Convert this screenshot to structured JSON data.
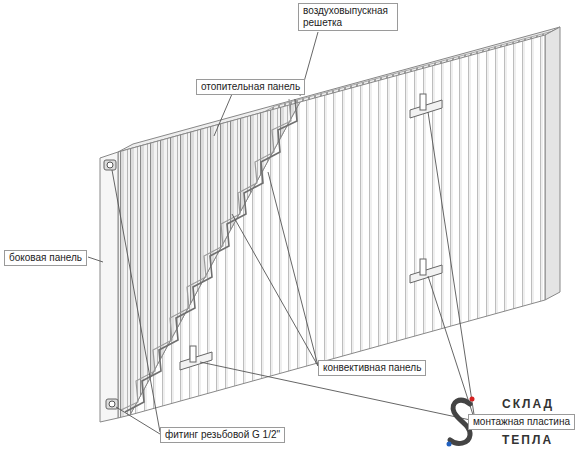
{
  "diagram": {
    "nodes": [
      {
        "text": [
          "воздуховыпускная решетка"
        ]
      },
      {
        "text": [
          "отопительная панель"
        ]
      },
      {
        "text": [
          "боковая панель"
        ]
      },
      {
        "text": [
          "конвективная панель"
        ]
      },
      {
        "text": [
          "фитинг резьбовой G 1/2\""
        ]
      },
      {
        "text": [
          "монтажная пластина"
        ]
      }
    ],
    "labels": [
      "СКЛАД",
      "ТЕПЛА"
    ]
  }
}
